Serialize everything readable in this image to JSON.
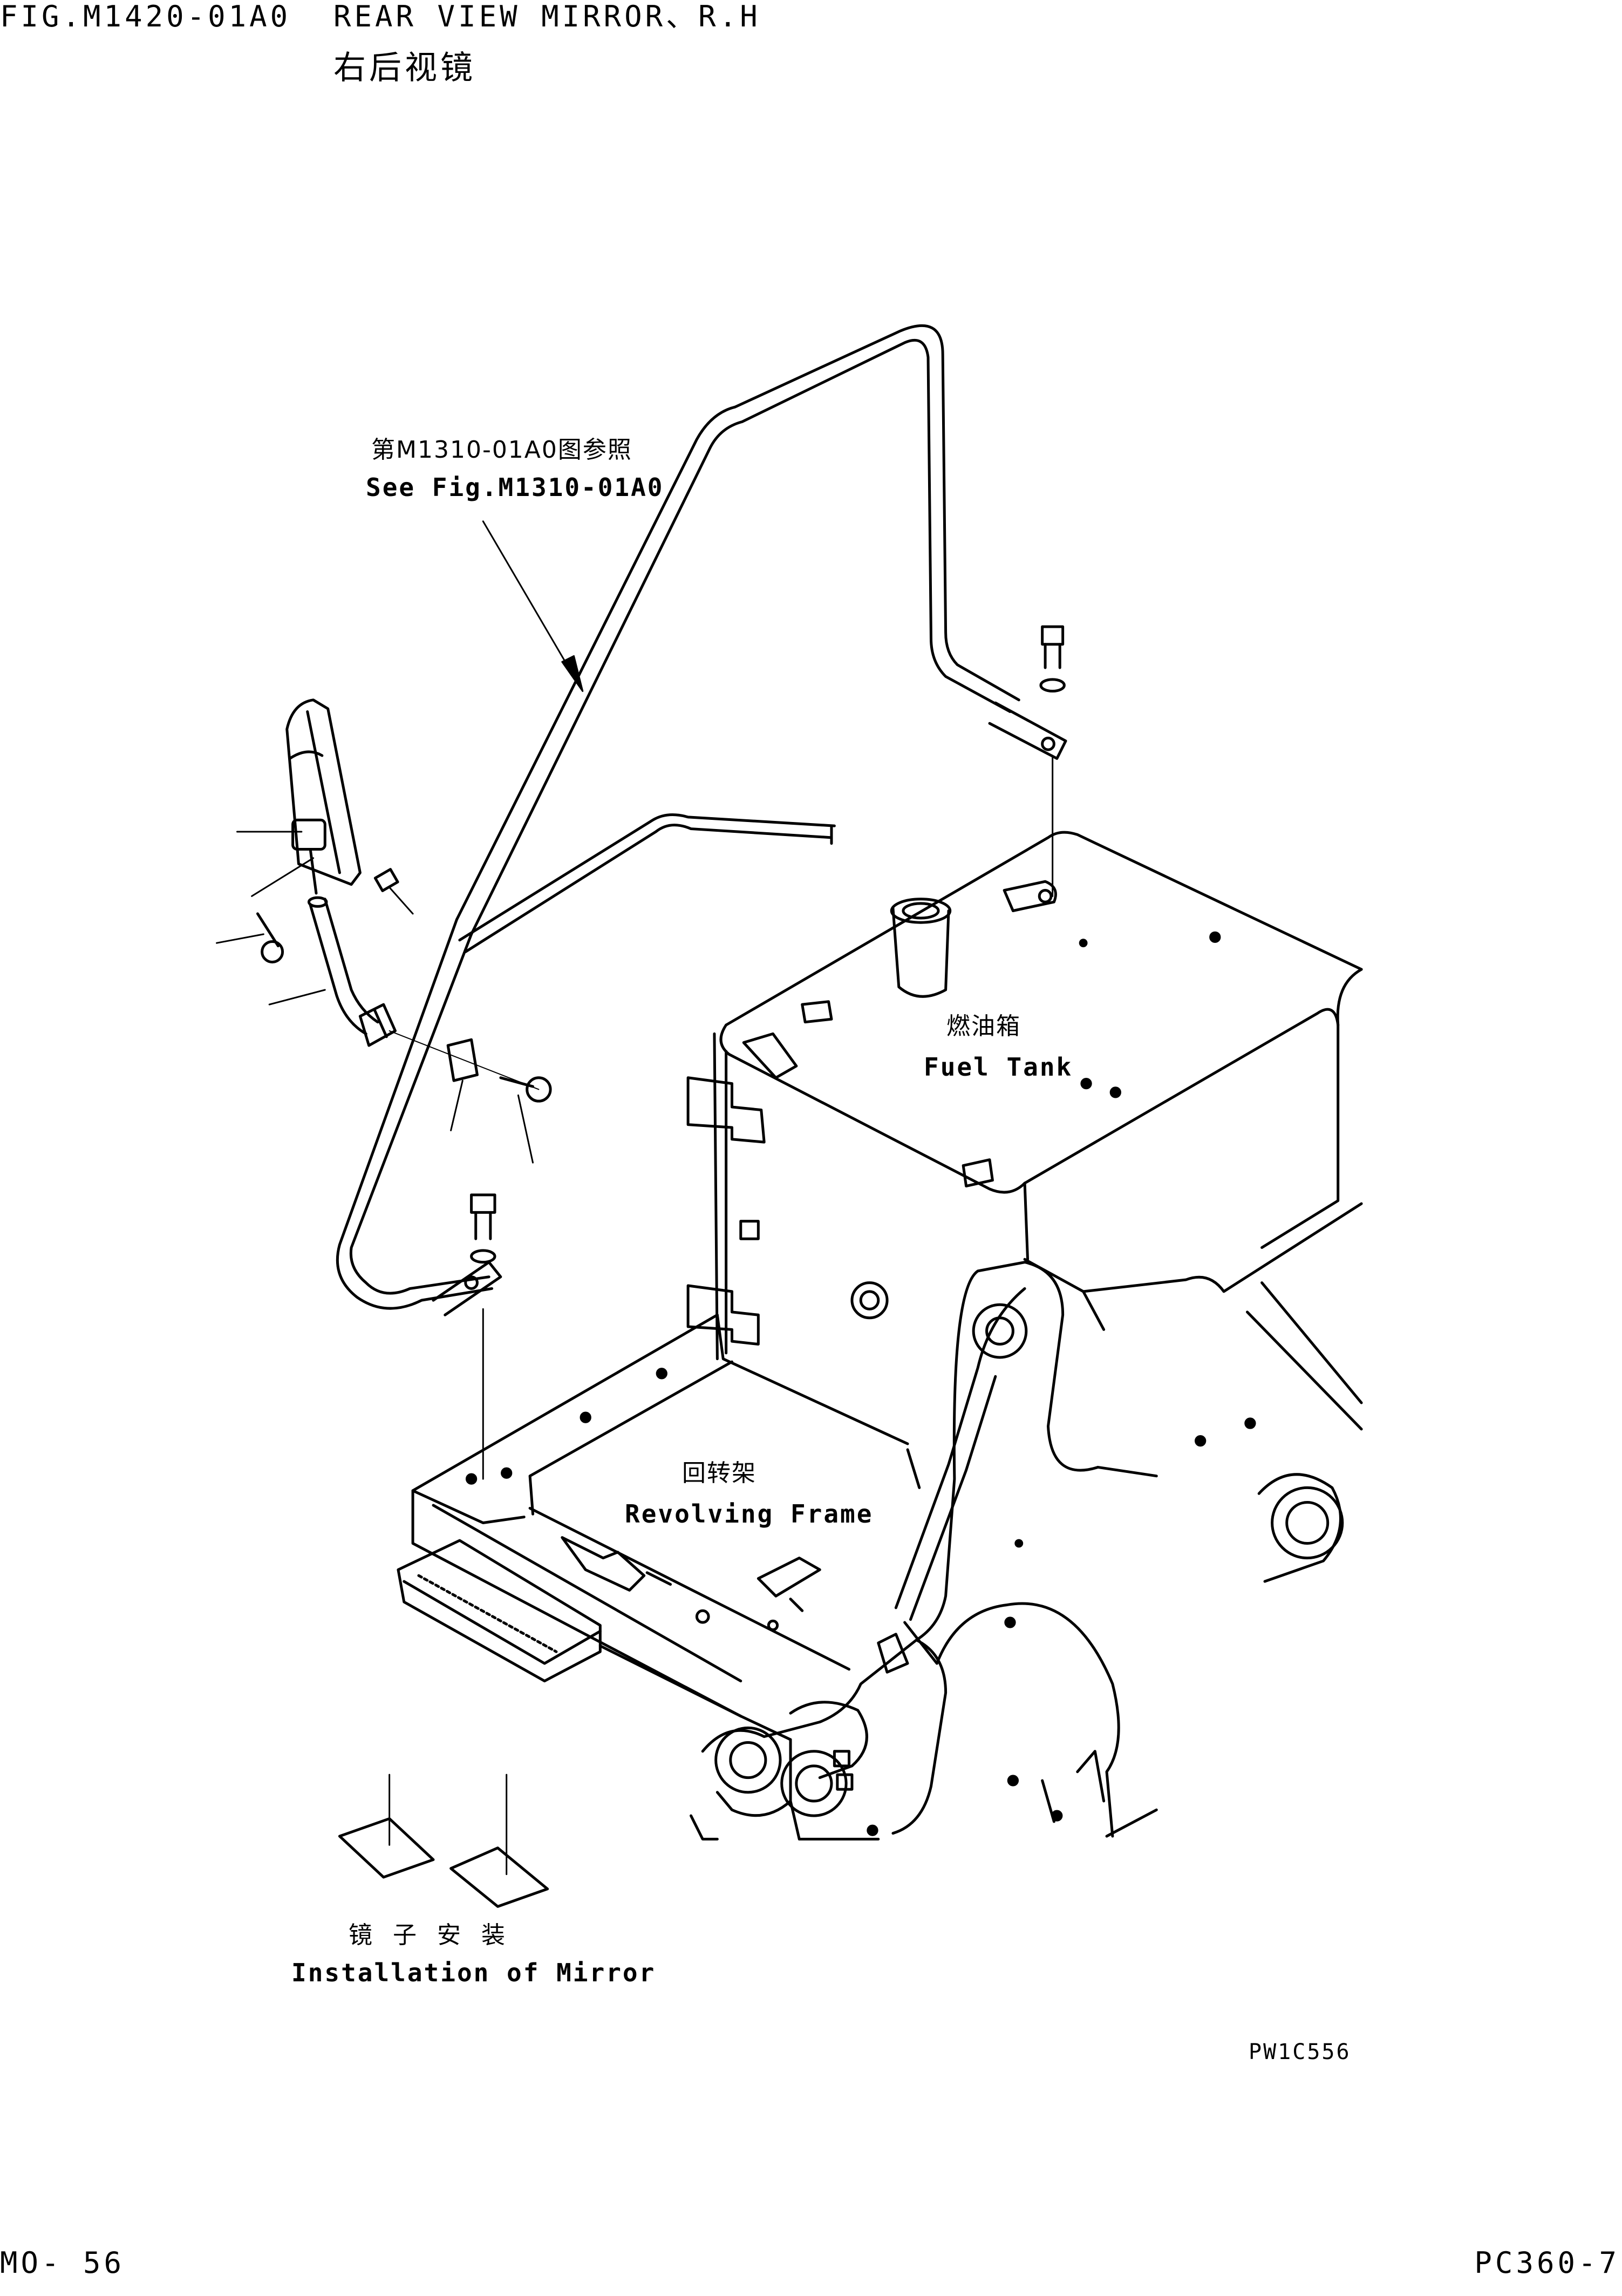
{
  "header": {
    "figure_number": "FIG.M1420-01A0",
    "title_en": "REAR VIEW MIRROR、R.H",
    "title_cn": "右后视镜"
  },
  "callouts": {
    "see_fig_cn": "第M1310-01A0图参照",
    "see_fig_en": "See Fig.M1310-01A0",
    "fuel_tank_cn": "燃油箱",
    "fuel_tank_en": "Fuel Tank",
    "revolving_frame_cn": "回转架",
    "revolving_frame_en": "Revolving Frame",
    "installation_cn": "镜 子 安 装",
    "installation_en": "Installation of Mirror"
  },
  "drawing_code": "PW1C556",
  "footer": {
    "page": "MO-  56",
    "model": "PC360-7"
  }
}
